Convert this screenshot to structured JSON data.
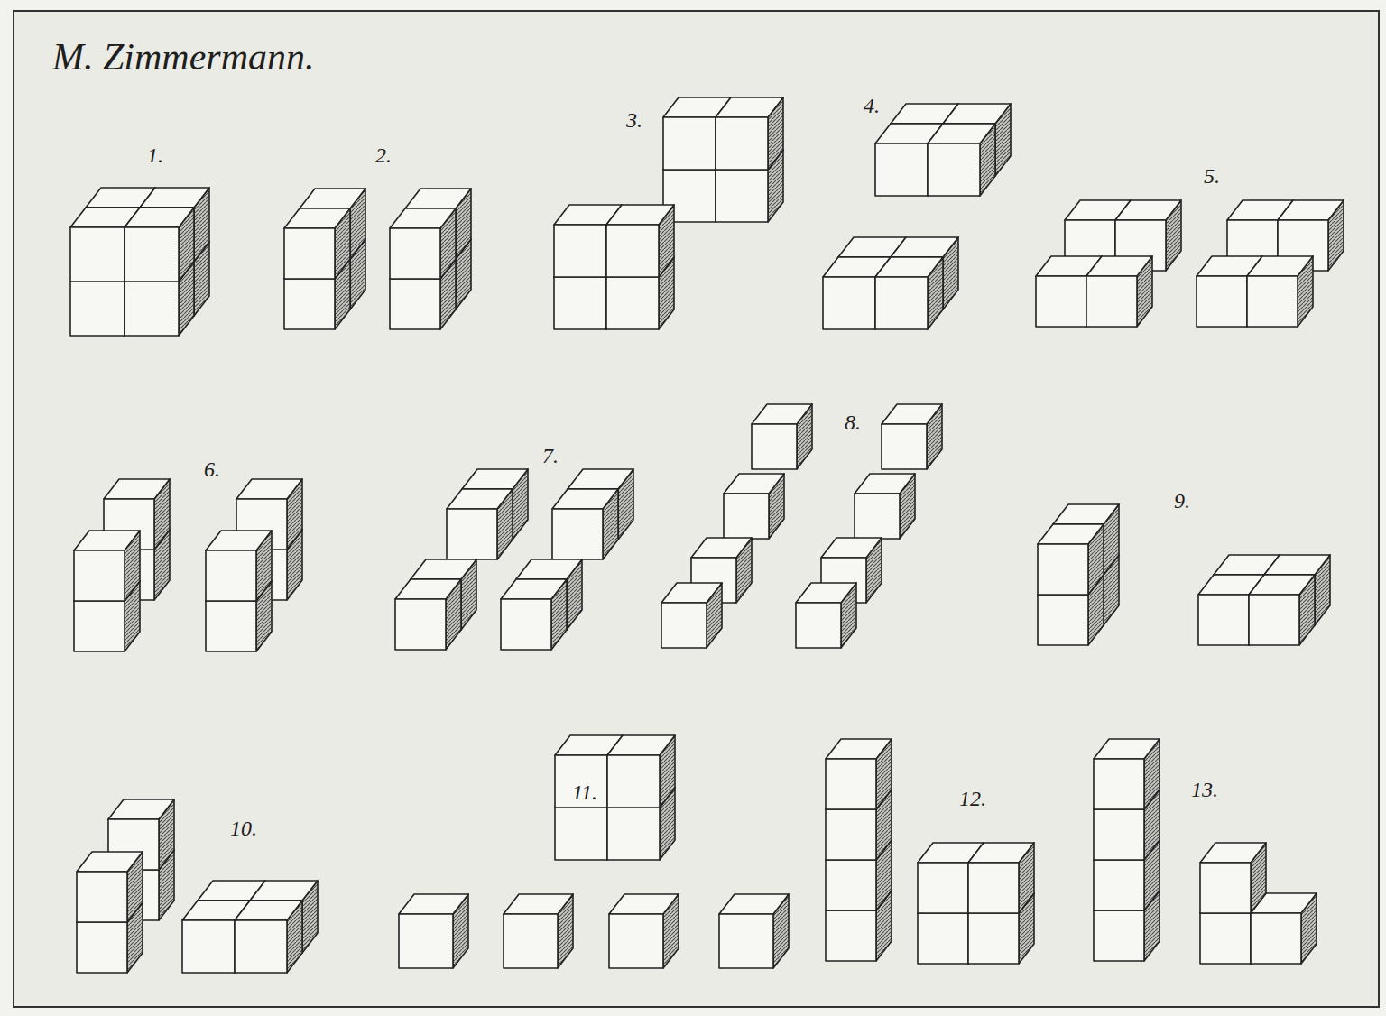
{
  "diagram": {
    "title": "M. Zimmermann.",
    "labels": [
      "1.",
      "2.",
      "3.",
      "4.",
      "5.",
      "6.",
      "7.",
      "8.",
      "9.",
      "10.",
      "11.",
      "12.",
      "13."
    ]
  }
}
